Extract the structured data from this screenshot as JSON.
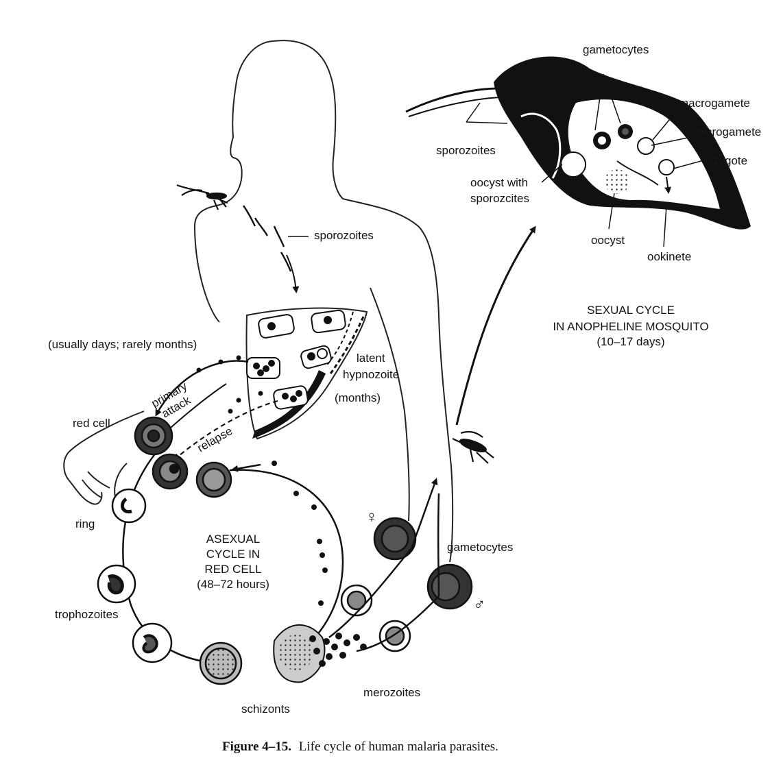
{
  "caption": {
    "figure_number": "Figure 4–15.",
    "text": "Life cycle of human malaria parasites."
  },
  "human_labels": {
    "sporozoites": "sporozoites",
    "usually_days": "(usually days; rarely months)",
    "latent": "latent",
    "hypnozoite": "hypnozoite",
    "months": "(months)",
    "primary": "primary",
    "attack": "attack",
    "relapse": "relapse",
    "red_cell": "red cell",
    "ring": "ring",
    "trophozoites": "trophozoites",
    "schizonts": "schizonts",
    "merozoites": "merozoites",
    "gametocytes": "gametocytes",
    "female_symbol": "♀",
    "male_symbol": "♂"
  },
  "asexual_cycle": {
    "line1": "ASEXUAL",
    "line2": "CYCLE IN",
    "line3": "RED CELL",
    "line4": "(48–72 hours)"
  },
  "mosquito_labels": {
    "gametocytes": "gametocytes",
    "macrogamete": "macrogamete",
    "microgamete": "microgamete",
    "zygote": "zygote",
    "sporozoites": "sporozoites",
    "oocyst_with_1": "oocyst with",
    "oocyst_with_2": "sporozcites",
    "oocyst": "oocyst",
    "ookinete": "ookinete"
  },
  "sexual_cycle": {
    "line1": "SEXUAL CYCLE",
    "line2": "IN ANOPHELINE MOSQUITO",
    "line3": "(10–17 days)"
  }
}
